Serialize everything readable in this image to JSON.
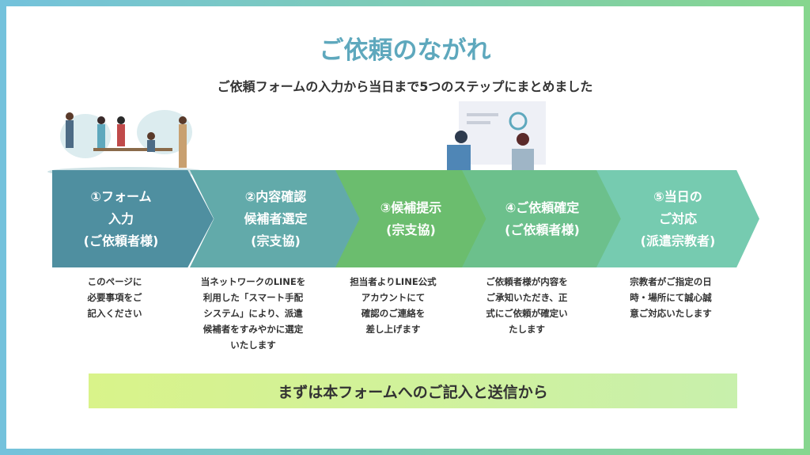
{
  "header": {
    "title": "ご依頼のながれ",
    "subtitle": "ご依頼フォームの入力から当日まで5つのステップにまとめました"
  },
  "steps": [
    {
      "label": "①フォーム\n入力\n(ご依頼者様)",
      "desc": "このページに\n必要事項をご\n記入ください",
      "color": "#4f8fa0"
    },
    {
      "label": "②内容確認\n候補者選定\n(宗支協)",
      "desc": "当ネットワークのLINEを\n利用した「スマート手配\nシステム」により、派遣\n候補者をすみやかに選定\nいたします",
      "color": "#62aaaa"
    },
    {
      "label": "③候補提示\n(宗支協)",
      "desc": "担当者よりLINE公式\nアカウントにて\n確認のご連絡を\n差し上げます",
      "color": "#6bbd6e"
    },
    {
      "label": "④ご依頼確定\n(ご依頼者様)",
      "desc": "ご依頼者様が内容を\nご承知いただき、正\n式にご依頼が確定い\nたします",
      "color": "#6cc08c"
    },
    {
      "label": "⑤当日の\nご対応\n(派遣宗教者)",
      "desc": "宗教者がご指定の日\n時・場所にて誠心誠\n意ご対応いたします",
      "color": "#76cbb0"
    }
  ],
  "banner": {
    "text": "まずは本フォームへのご記入と送信から"
  }
}
